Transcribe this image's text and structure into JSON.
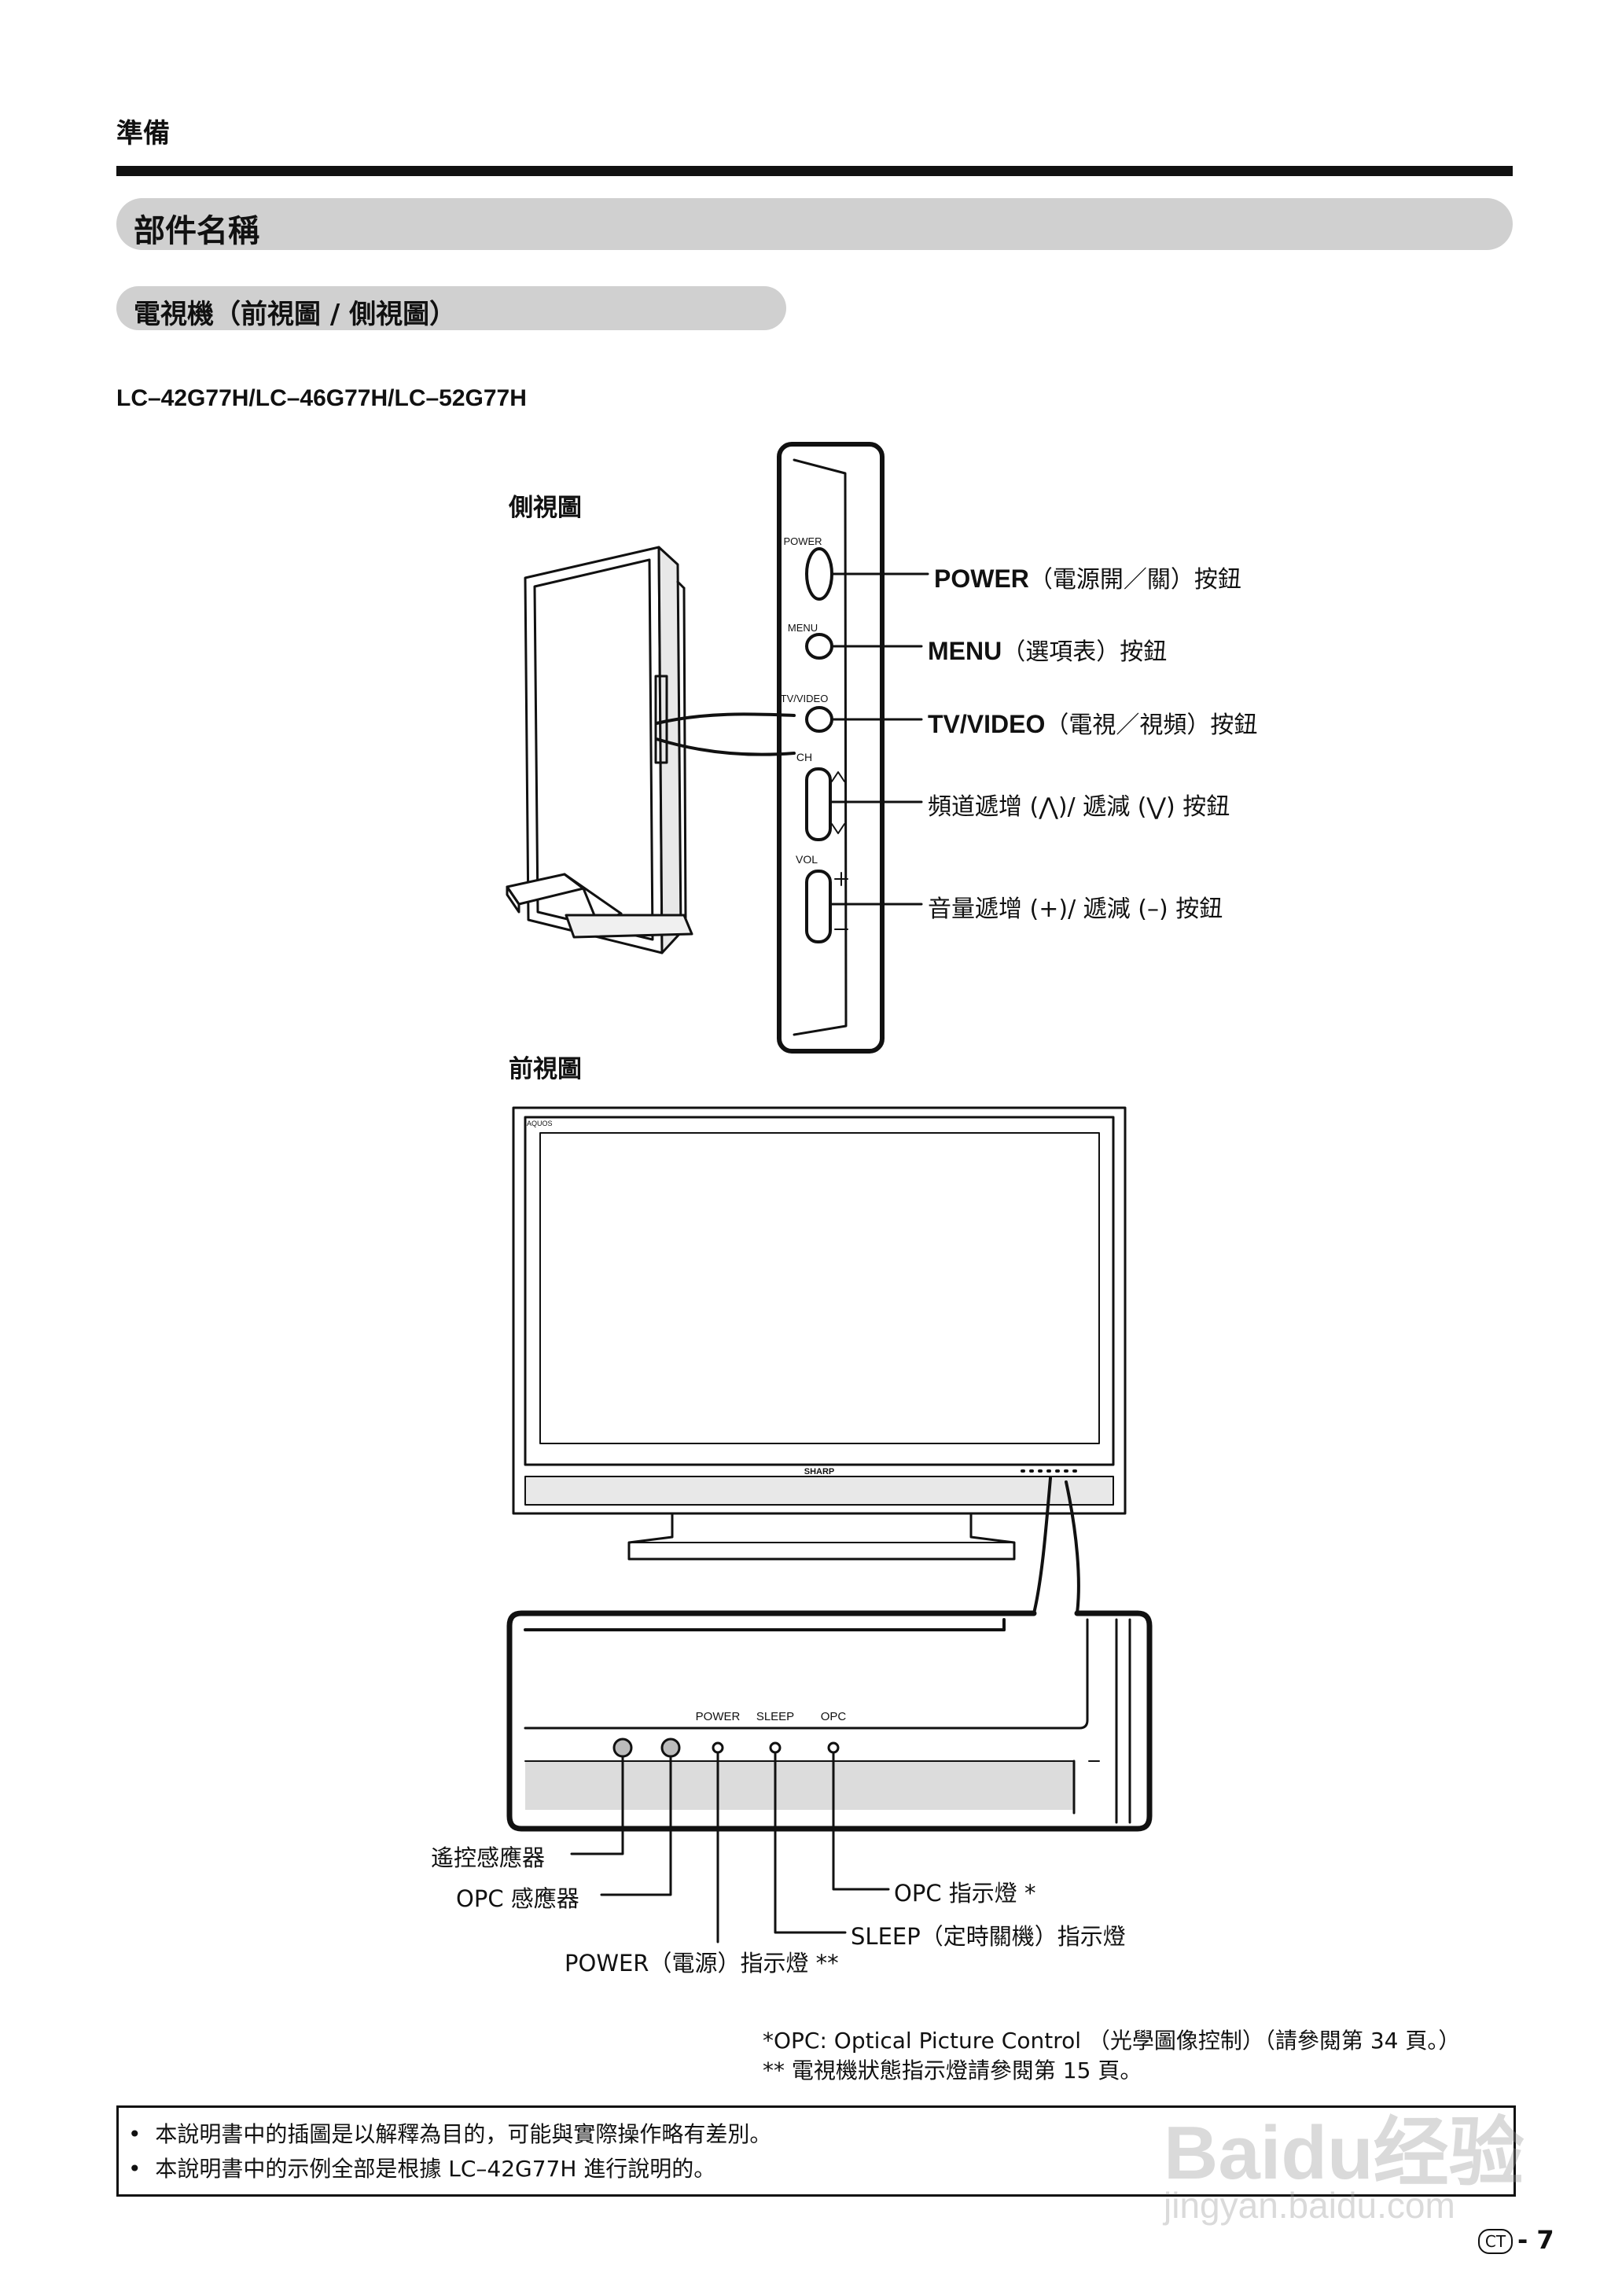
{
  "header": {
    "section": "準備",
    "title": "部件名稱",
    "subtitle": "電視機（前視圖 / 側視圖）"
  },
  "models": "LC–42G77H/LC–46G77H/LC–52G77H",
  "side_view": {
    "label": "側視圖",
    "panel_labels": {
      "power": "POWER",
      "menu": "MENU",
      "tvvideo": "TV/VIDEO",
      "ch": "CH",
      "vol": "VOL",
      "plus": "+",
      "minus": "–"
    },
    "callouts": [
      {
        "bold": "POWER",
        "text": "（電源開／關）按鈕"
      },
      {
        "bold": "MENU",
        "text": "（選項表）按鈕"
      },
      {
        "bold": "TV/VIDEO",
        "text": "（電視／視頻）按鈕"
      },
      {
        "bold": "",
        "text": "頻道遞增 (⋀)/ 遞減 (⋁) 按鈕"
      },
      {
        "bold": "",
        "text": "音量遞增 (+)/ 遞減 (–) 按鈕"
      }
    ]
  },
  "front_view": {
    "label": "前視圖",
    "brand_top": "AQUOS",
    "brand": "SHARP",
    "indicator_labels": {
      "power": "POWER",
      "sleep": "SLEEP",
      "opc": "OPC"
    },
    "callouts": {
      "remote_sensor": "遙控感應器",
      "opc_sensor": "OPC 感應器",
      "power_indicator": "POWER（電源）指示燈 **",
      "sleep_indicator": "SLEEP（定時關機）指示燈",
      "opc_indicator": "OPC 指示燈 *"
    }
  },
  "footnotes": [
    "*OPC: Optical Picture Control （光學圖像控制）（請參閱第 34 頁。）",
    "** 電視機狀態指示燈請參閱第 15 頁。"
  ],
  "notes": [
    "本說明書中的插圖是以解釋為目的，可能與實際操作略有差別。",
    "本說明書中的示例全部是根據 LC–42G77H 進行說明的。"
  ],
  "page": {
    "badge": "CT",
    "separator": "-",
    "number": "7"
  },
  "watermark": {
    "main": "Baidu经验",
    "url": "jingyan.baidu.com"
  }
}
